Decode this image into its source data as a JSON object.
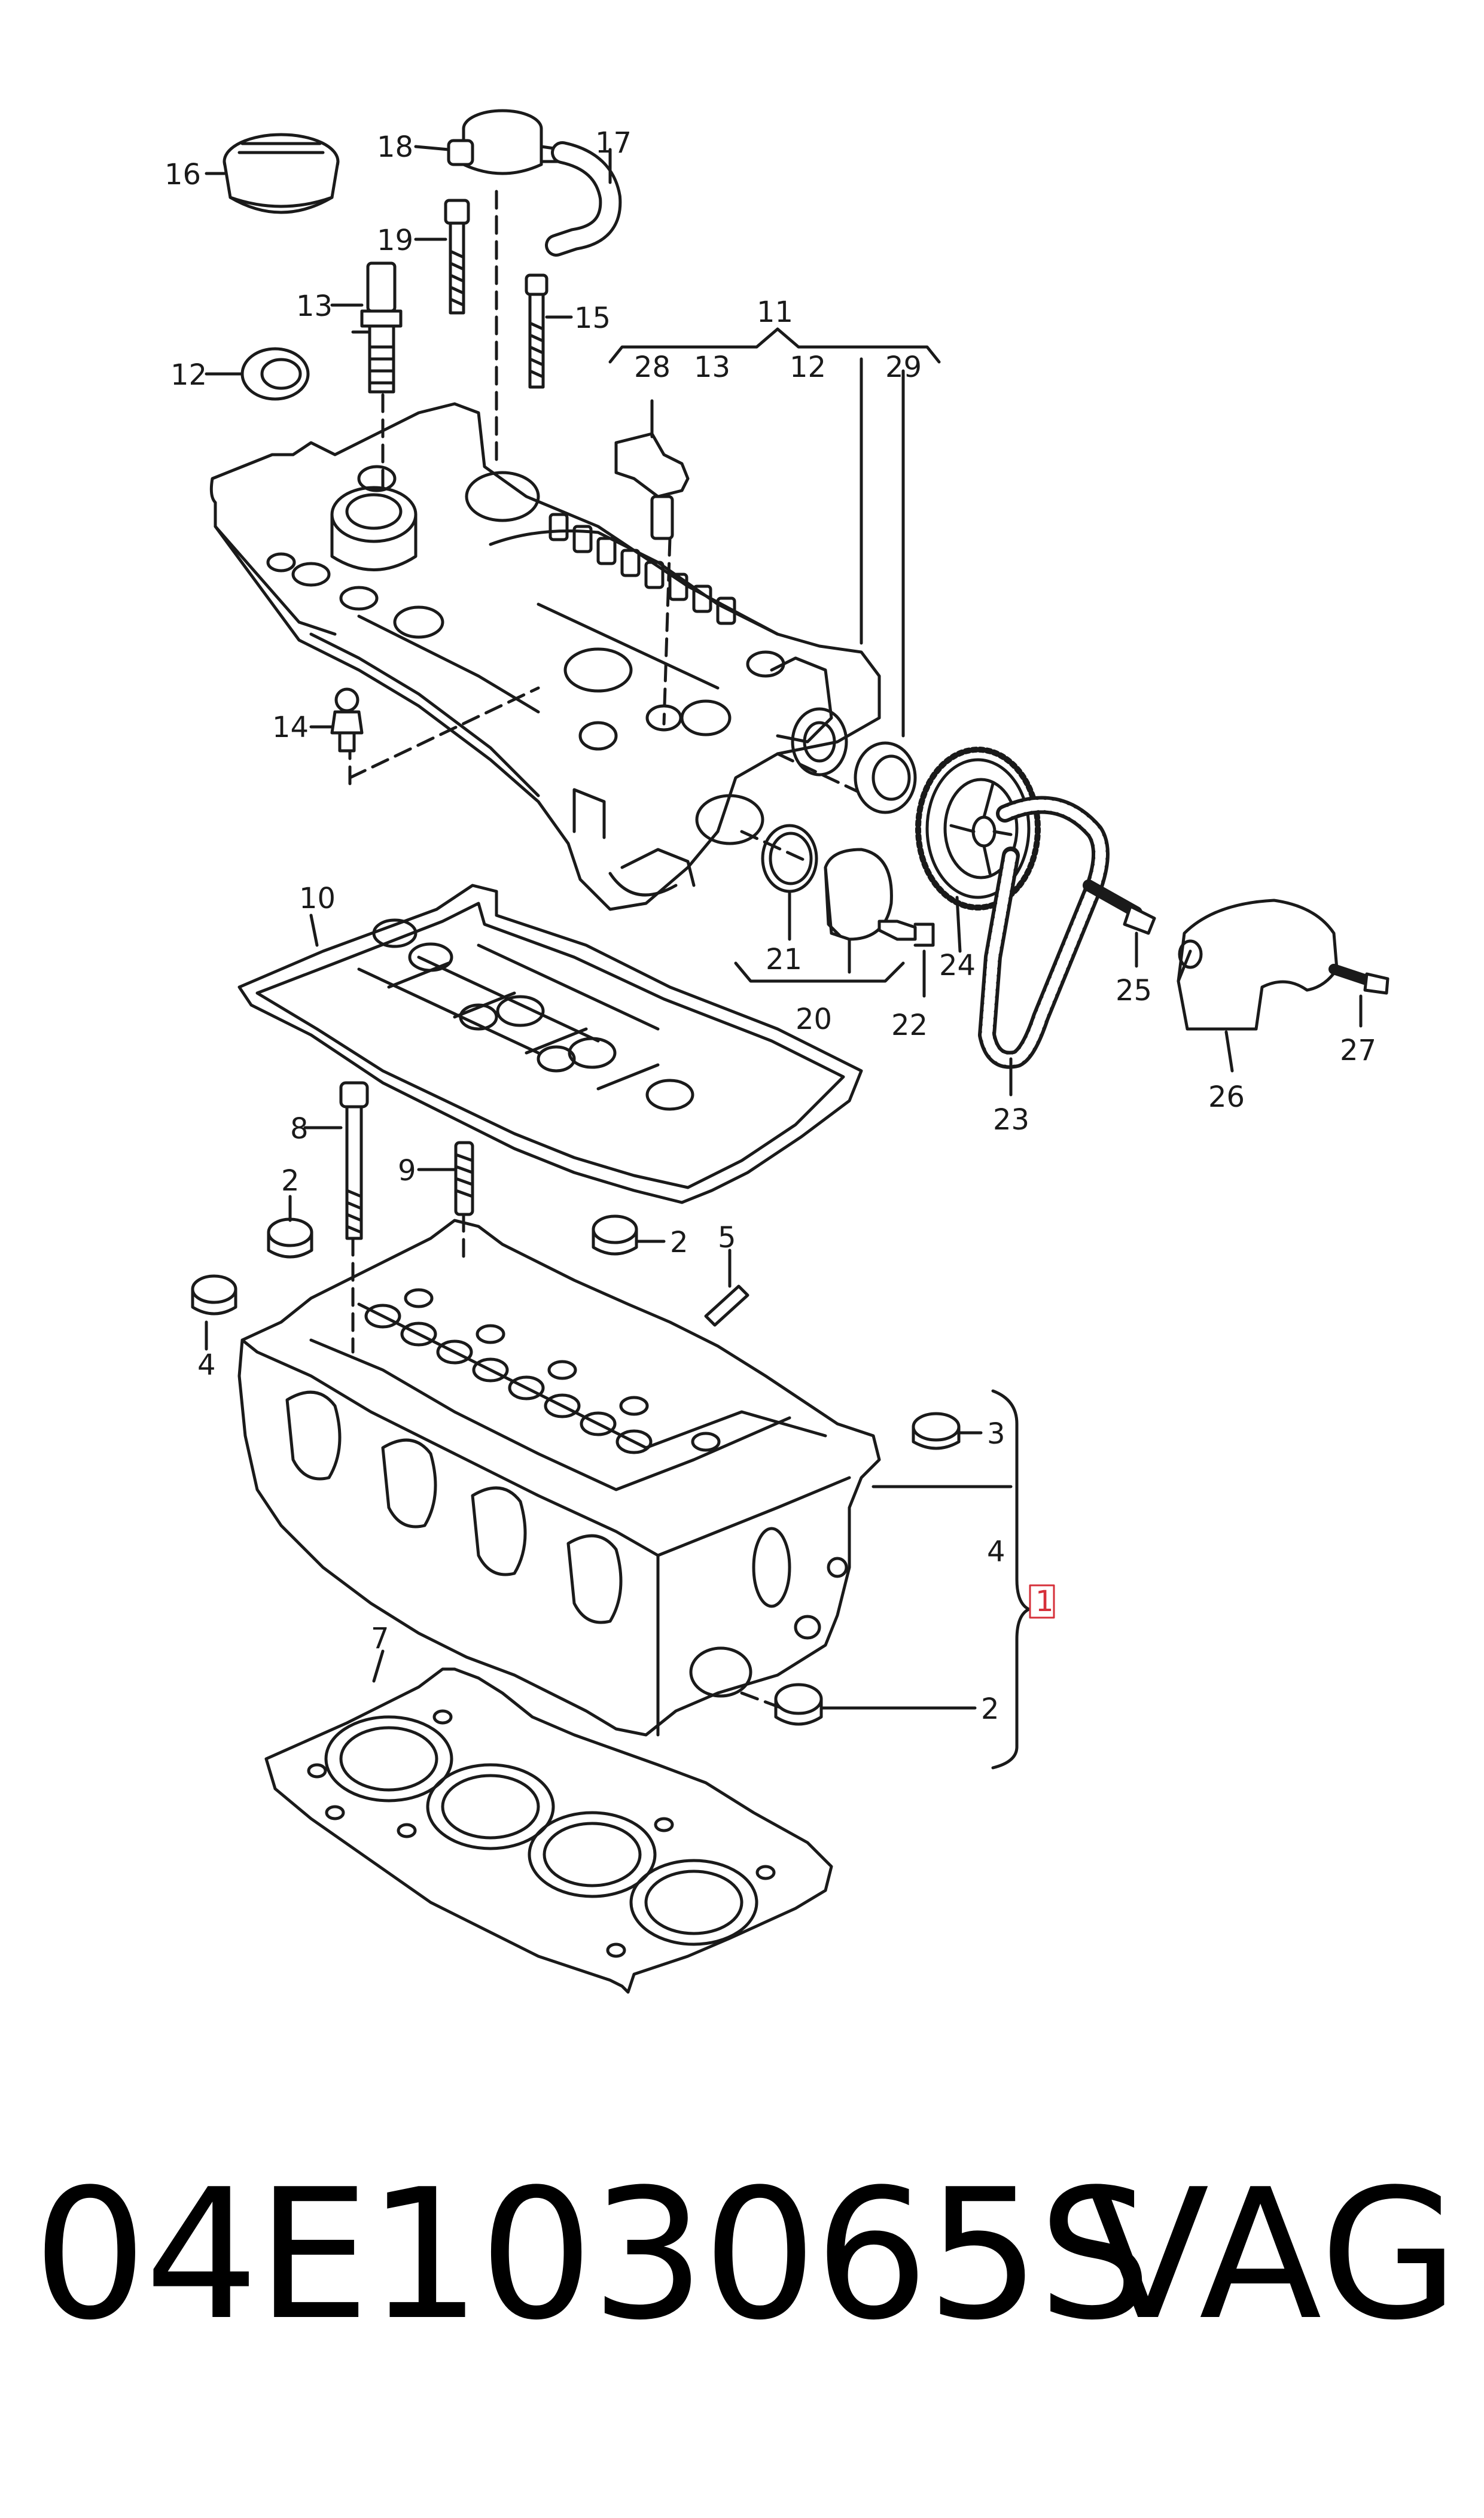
{
  "callouts": {
    "c16": "16",
    "c18": "18",
    "c17": "17",
    "c19": "19",
    "c13a": "13",
    "c15": "15",
    "c11": "11",
    "c28": "28",
    "c13b": "13",
    "c12a": "12",
    "c29": "29",
    "c12b": "12",
    "c14": "14",
    "c10": "10",
    "c21": "21",
    "c20": "20",
    "c22": "22",
    "c24": "24",
    "c25": "25",
    "c27": "27",
    "c23": "23",
    "c26": "26",
    "c8": "8",
    "c9": "9",
    "c2a": "2",
    "c2b": "2",
    "c5": "5",
    "c4a": "4",
    "c3": "3",
    "c4b": "4",
    "c1": "1",
    "c2c": "2",
    "c7": "7"
  },
  "footer": {
    "part_number": "04E103065S",
    "brand": "VAG"
  },
  "colors": {
    "line": "#1a1a1a",
    "highlight_box": "#d6303a",
    "background": "#ffffff"
  }
}
